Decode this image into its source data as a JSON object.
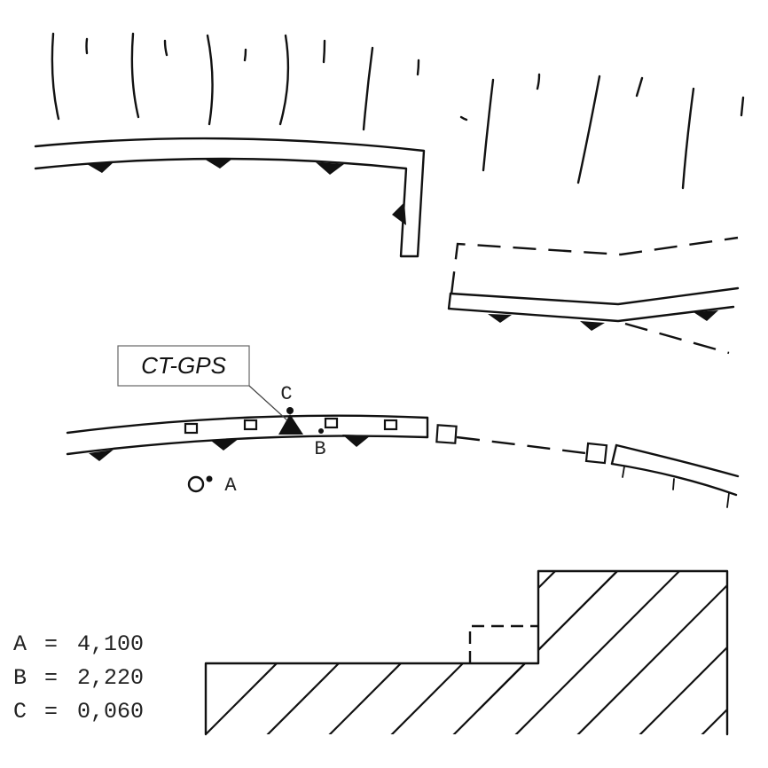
{
  "callout": {
    "text": "CT-GPS"
  },
  "points": {
    "a": "A",
    "b": "B",
    "c": "C"
  },
  "legend": [
    {
      "key": "A",
      "value": "4,100"
    },
    {
      "key": "B",
      "value": "2,220"
    },
    {
      "key": "C",
      "value": "0,060"
    }
  ]
}
